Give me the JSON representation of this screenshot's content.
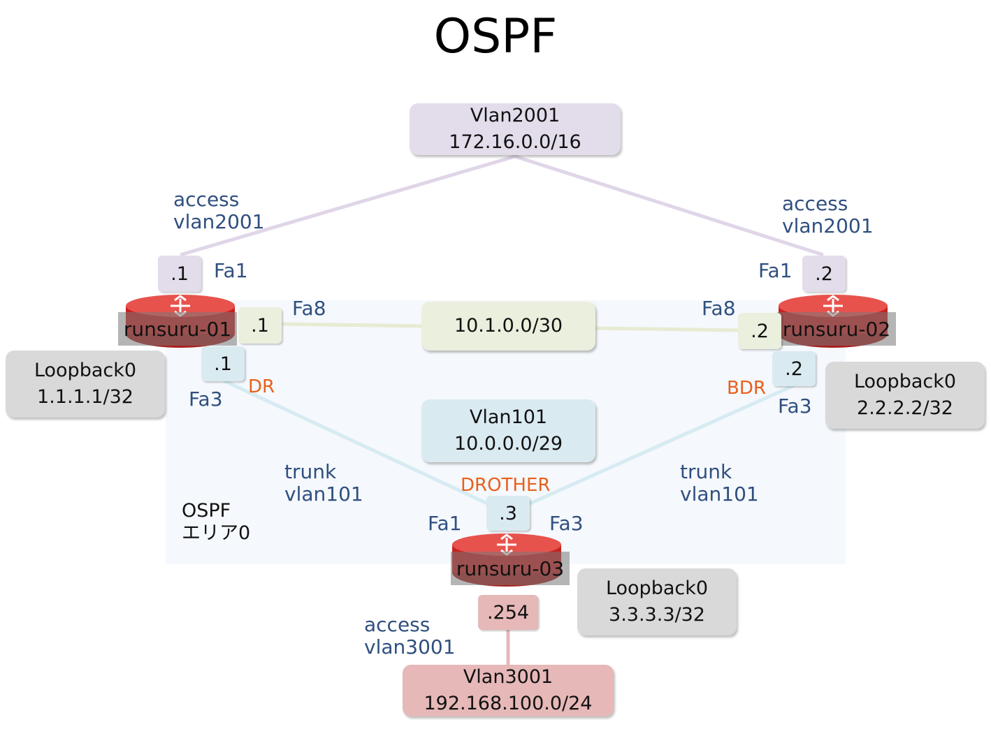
{
  "title": "OSPF",
  "area_label": [
    "OSPF",
    "エリア0"
  ],
  "networks": {
    "vlan2001": [
      "Vlan2001",
      "172.16.0.0/16"
    ],
    "p2p": "10.1.0.0/30",
    "vlan101": [
      "Vlan101",
      "10.0.0.0/29"
    ],
    "vlan3001": [
      "Vlan3001",
      "192.168.100.0/24"
    ]
  },
  "routers": {
    "r1": {
      "name": "runsuru-01",
      "loopback": [
        "Loopback0",
        "1.1.1.1/32"
      ],
      "fa1_ip": ".1",
      "fa8_ip": ".1",
      "fa3_ip": ".1",
      "role": "DR"
    },
    "r2": {
      "name": "runsuru-02",
      "loopback": [
        "Loopback0",
        "2.2.2.2/32"
      ],
      "fa1_ip": ".2",
      "fa8_ip": ".2",
      "fa3_ip": ".2",
      "role": "BDR"
    },
    "r3": {
      "name": "runsuru-03",
      "loopback": [
        "Loopback0",
        "3.3.3.3/32"
      ],
      "up_ip": ".3",
      "down_ip": ".254",
      "role": "DROTHER"
    }
  },
  "interfaces": {
    "fa1": "Fa1",
    "fa8": "Fa8",
    "fa3": "Fa3"
  },
  "port_modes": {
    "r1_access": [
      "access",
      "vlan2001"
    ],
    "r2_access": [
      "access",
      "vlan2001"
    ],
    "r1_trunk": [
      "trunk",
      "vlan101"
    ],
    "r2_trunk": [
      "trunk",
      "vlan101"
    ],
    "r3_access": [
      "access",
      "vlan3001"
    ]
  },
  "colors": {
    "vlan2001_link": "#e0d6e8",
    "p2p_link": "#e6ebd2",
    "vlan101_link": "#d6ebf2",
    "vlan3001_link": "#e6b8b8",
    "router": "#d9302c",
    "role": "#e8601c",
    "label": "#2f4f7f"
  },
  "icons": {
    "router": "router-icon"
  }
}
